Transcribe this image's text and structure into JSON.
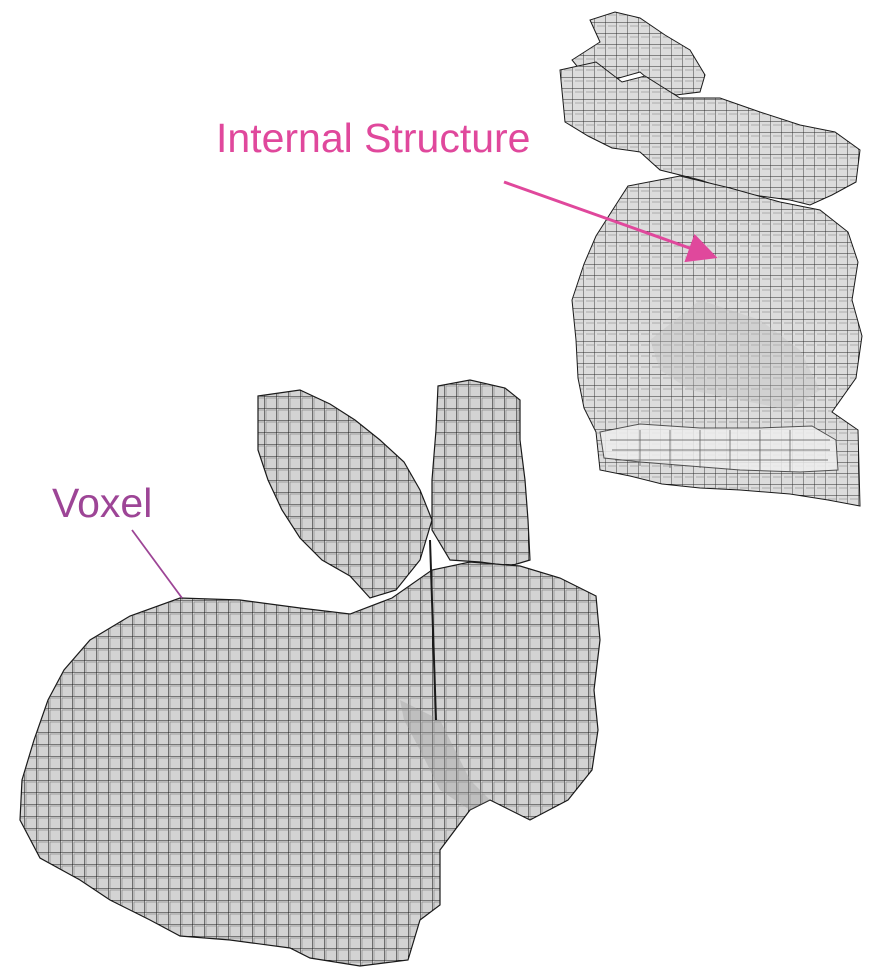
{
  "labels": {
    "internal_structure": "Internal Structure",
    "voxel": "Voxel"
  },
  "colors": {
    "internal_structure_label": "#e0489c",
    "voxel_label": "#9d4596",
    "voxel_face": "#d3d3d3",
    "voxel_edge": "#1a1a1a",
    "background": "#ffffff"
  },
  "figures": [
    {
      "name": "voxel-bunny-internal-structure",
      "view": "cutaway"
    },
    {
      "name": "voxel-bunny-solid",
      "view": "side"
    }
  ]
}
